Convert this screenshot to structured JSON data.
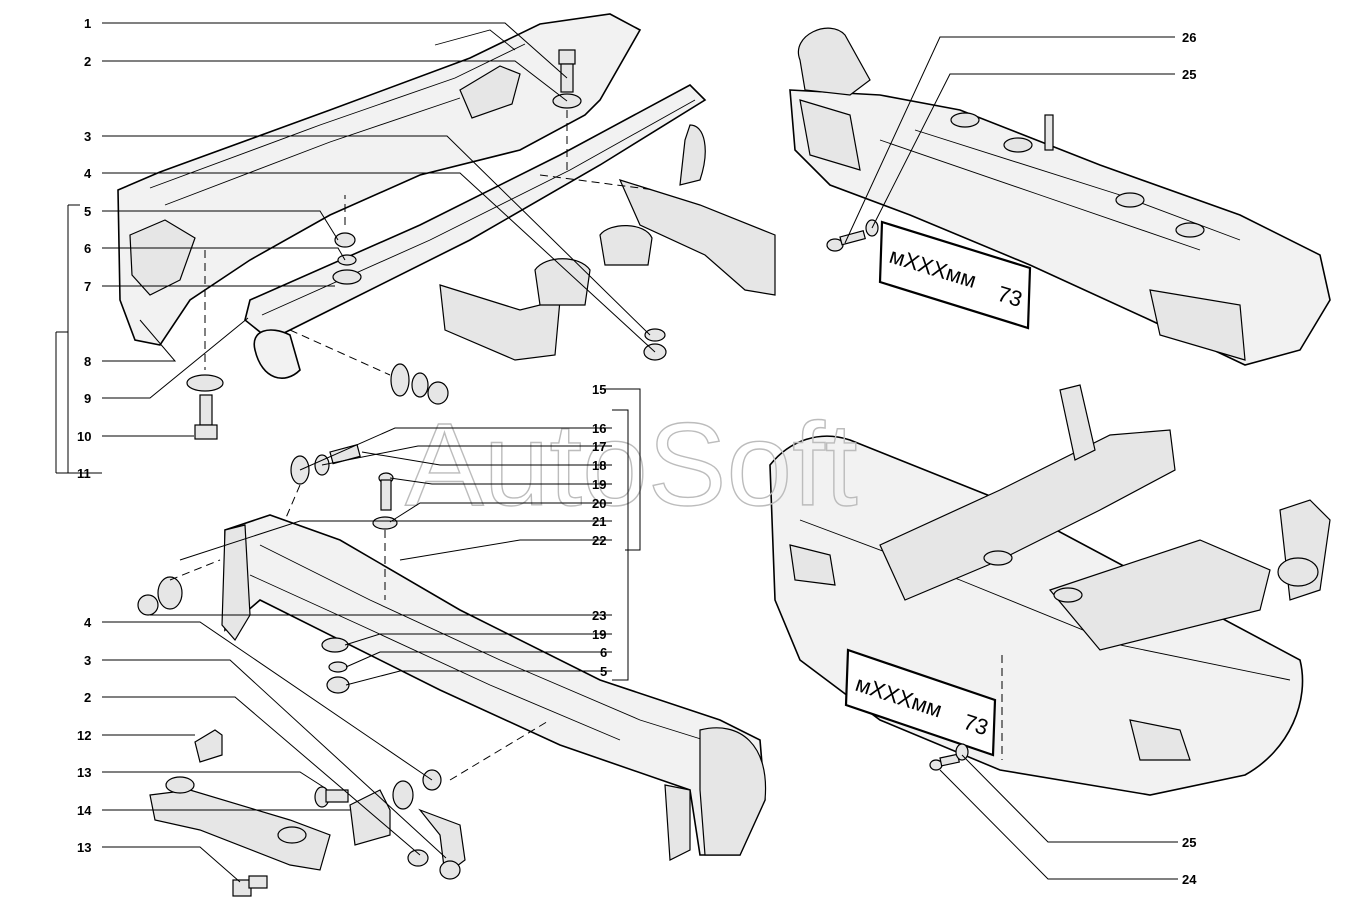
{
  "watermark": "AutoSoft",
  "plate": {
    "letters": "мXXXмм",
    "region": "73"
  },
  "callouts": [
    {
      "id": "c1",
      "label": "1"
    },
    {
      "id": "c2",
      "label": "2"
    },
    {
      "id": "c3",
      "label": "3"
    },
    {
      "id": "c4",
      "label": "4"
    },
    {
      "id": "c5",
      "label": "5"
    },
    {
      "id": "c6",
      "label": "6"
    },
    {
      "id": "c7",
      "label": "7"
    },
    {
      "id": "c8",
      "label": "8"
    },
    {
      "id": "c9",
      "label": "9"
    },
    {
      "id": "c10",
      "label": "10"
    },
    {
      "id": "c11",
      "label": "11"
    },
    {
      "id": "c26",
      "label": "26"
    },
    {
      "id": "c25a",
      "label": "25"
    },
    {
      "id": "c15",
      "label": "15"
    },
    {
      "id": "c16",
      "label": "16"
    },
    {
      "id": "c17",
      "label": "17"
    },
    {
      "id": "c18",
      "label": "18"
    },
    {
      "id": "c19a",
      "label": "19"
    },
    {
      "id": "c20",
      "label": "20"
    },
    {
      "id": "c21",
      "label": "21"
    },
    {
      "id": "c22",
      "label": "22"
    },
    {
      "id": "c23",
      "label": "23"
    },
    {
      "id": "c19b",
      "label": "19"
    },
    {
      "id": "c6b",
      "label": "6"
    },
    {
      "id": "c5b",
      "label": "5"
    },
    {
      "id": "c4b",
      "label": "4"
    },
    {
      "id": "c3b",
      "label": "3"
    },
    {
      "id": "c2b",
      "label": "2"
    },
    {
      "id": "c12",
      "label": "12"
    },
    {
      "id": "c13a",
      "label": "13"
    },
    {
      "id": "c14",
      "label": "14"
    },
    {
      "id": "c13b",
      "label": "13"
    },
    {
      "id": "c25b",
      "label": "25"
    },
    {
      "id": "c24",
      "label": "24"
    }
  ]
}
